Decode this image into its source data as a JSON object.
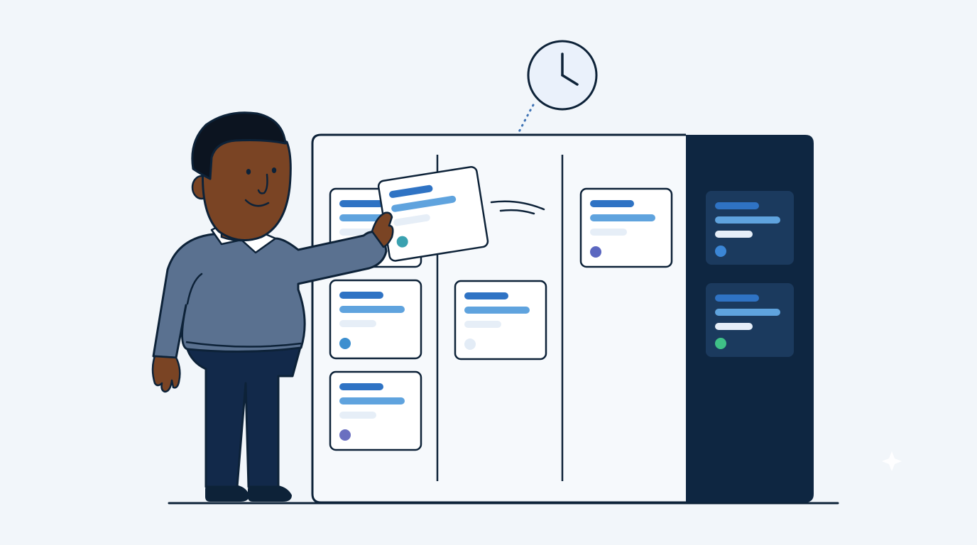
{
  "colors": {
    "background": "#f2f6fa",
    "outline": "#0d2238",
    "board_fill": "#f6f9fc",
    "card_fill": "#ffffff",
    "dark_column": "#0e2641",
    "dark_card": "#1b3a5e",
    "bar_dark": "#2f73c4",
    "bar_mid": "#5fa3de",
    "bar_light": "#e6eef7",
    "bar_light_dark_card": "#e6eef8",
    "skin": "#7a4424",
    "hair": "#0c1420",
    "sweater": "#5a7190",
    "trousers": "#12294a",
    "collar": "#ffffff",
    "clock_face": "#eaf1fb",
    "sparkle": "#ffffff"
  },
  "icons": {
    "clock": "clock-icon",
    "sparkle": "sparkle-icon"
  },
  "cards": [
    {
      "column": 1,
      "theme": "light",
      "dot_color": "#5a7ccb",
      "state": "partially-covered"
    },
    {
      "column": 1,
      "theme": "light",
      "dot_color": "#3d8fcf"
    },
    {
      "column": 1,
      "theme": "light",
      "dot_color": "#6a6fc0"
    },
    {
      "column": 2,
      "theme": "light",
      "dot_color": "#e3ecf6"
    },
    {
      "column": 3,
      "theme": "light",
      "dot_color": "#5b67c0"
    },
    {
      "column": 4,
      "theme": "dark",
      "dot_color": "#3b86d6"
    },
    {
      "column": 4,
      "theme": "dark",
      "dot_color": "#3fc087"
    }
  ],
  "moving_card": {
    "theme": "light",
    "dot_color": "#3aa1b0",
    "state": "being-moved"
  }
}
